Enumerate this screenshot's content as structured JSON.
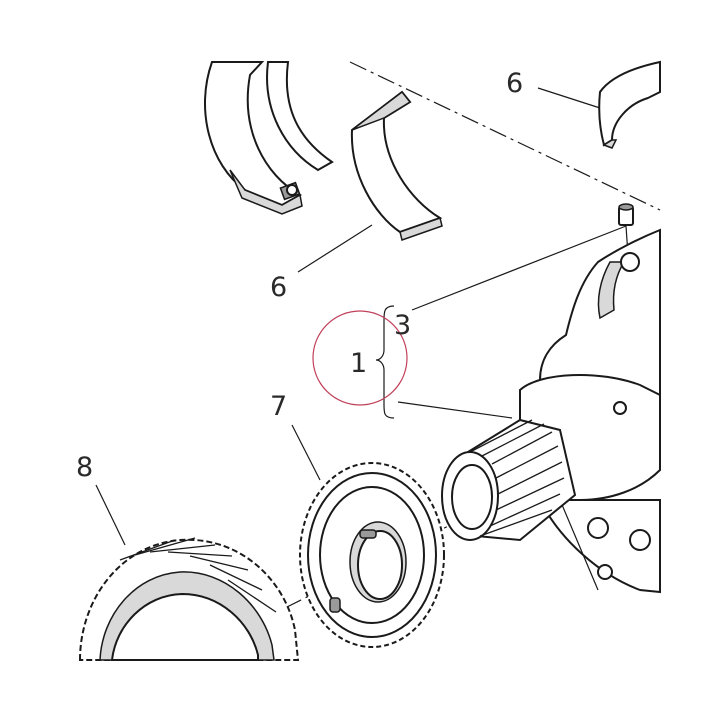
{
  "callouts": {
    "bearing_shell_top": "6",
    "bearing_shell_left": "6",
    "bracket_top": "3",
    "bracket_circled": "1",
    "gear_small": "7",
    "gear_large": "8"
  },
  "highlight_color": "#c0405a"
}
